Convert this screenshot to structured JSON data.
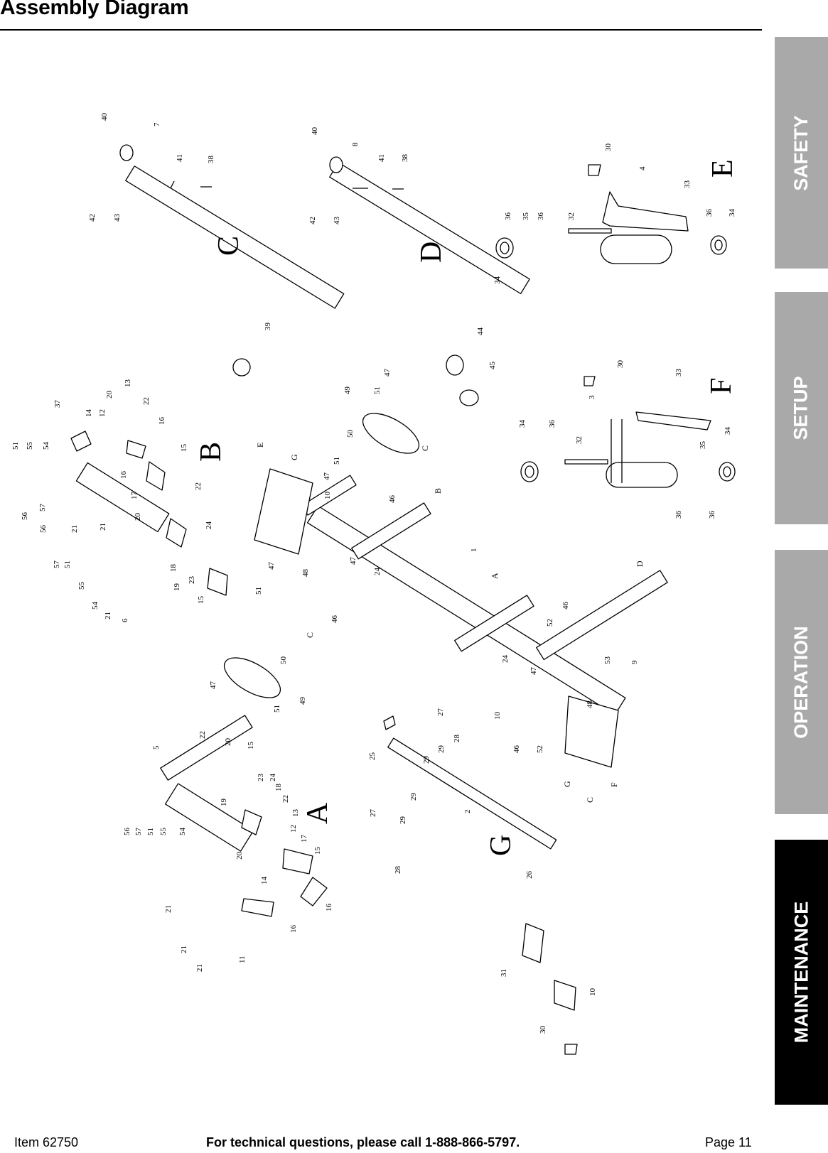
{
  "page": {
    "title": "Assembly Diagram",
    "footer": {
      "item": "Item 62750",
      "support": "For technical questions, please call 1-888-866-5797.",
      "page": "Page 11"
    }
  },
  "tabs": [
    {
      "label": "SAFETY",
      "active": false
    },
    {
      "label": "SETUP",
      "active": false
    },
    {
      "label": "OPERATION",
      "active": false
    },
    {
      "label": "MAINTENANCE",
      "active": true
    }
  ],
  "colors": {
    "tab_inactive": "#a9a9a9",
    "tab_active": "#000000",
    "tab_text": "#ffffff"
  },
  "diagram": {
    "subassemblies": [
      "A",
      "B",
      "C",
      "D",
      "E",
      "F",
      "G"
    ],
    "connectors": [
      "E",
      "G",
      "C",
      "B",
      "A",
      "D",
      "C",
      "G",
      "C",
      "F"
    ],
    "callouts": {
      "c": [
        "40",
        "7",
        "41",
        "38",
        "42",
        "43",
        "39"
      ],
      "d": [
        "40",
        "8",
        "41",
        "38",
        "42",
        "43",
        "44",
        "45"
      ],
      "e": [
        "30",
        "4",
        "33",
        "36",
        "34",
        "32",
        "36",
        "35",
        "36",
        "34"
      ],
      "f": [
        "30",
        "33",
        "3",
        "34",
        "36",
        "32",
        "35",
        "34",
        "36",
        "36"
      ],
      "b": [
        "51",
        "55",
        "54",
        "37",
        "14",
        "12",
        "20",
        "13",
        "22",
        "16",
        "15",
        "56",
        "57",
        "21",
        "21",
        "16",
        "17",
        "20",
        "22",
        "24",
        "56",
        "57",
        "51",
        "55",
        "54",
        "21",
        "6",
        "18",
        "19",
        "23",
        "15"
      ],
      "frame": [
        "49",
        "51",
        "47",
        "50",
        "47",
        "51",
        "10",
        "46",
        "1",
        "48",
        "47",
        "24",
        "47",
        "51",
        "46",
        "50",
        "47",
        "51",
        "49",
        "46",
        "52",
        "24",
        "47",
        "53",
        "9",
        "48",
        "10",
        "46",
        "52"
      ],
      "a": [
        "22",
        "20",
        "15",
        "5",
        "23",
        "24",
        "18",
        "19",
        "22",
        "13",
        "12",
        "17",
        "15",
        "20",
        "14",
        "16",
        "16",
        "11",
        "56",
        "57",
        "51",
        "55",
        "54",
        "21",
        "21",
        "21"
      ],
      "g": [
        "25",
        "27",
        "28",
        "29",
        "29",
        "27",
        "29",
        "29",
        "28",
        "2",
        "26",
        "31",
        "10",
        "30"
      ]
    }
  }
}
